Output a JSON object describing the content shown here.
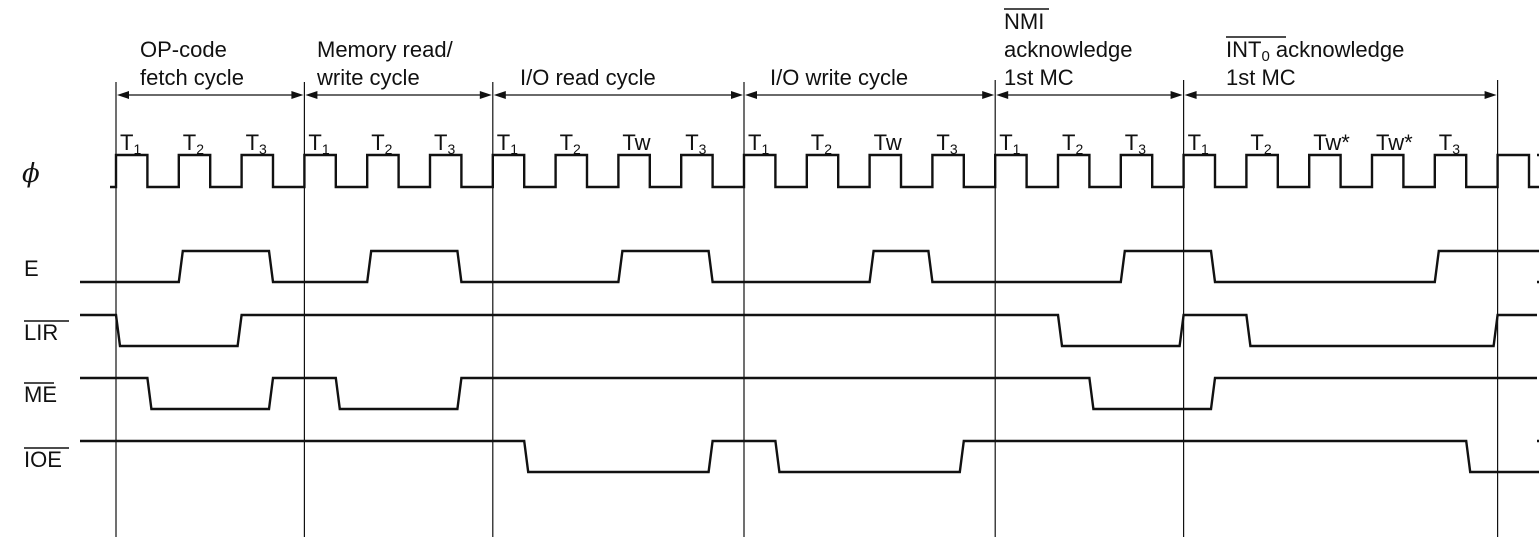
{
  "cycles": [
    {
      "lines": [
        "OP-code",
        "fetch cycle"
      ],
      "overbar": ""
    },
    {
      "lines": [
        "Memory read/",
        "write cycle"
      ],
      "overbar": ""
    },
    {
      "lines": [
        "I/O read cycle"
      ],
      "overbar": ""
    },
    {
      "lines": [
        "I/O write cycle"
      ],
      "overbar": ""
    },
    {
      "lines": [
        "NMI",
        "acknowledge",
        "1st MC"
      ],
      "overbar": "NMI"
    },
    {
      "lines": [
        "INT0 acknowledge",
        "1st MC"
      ],
      "overbar": "INT0"
    }
  ],
  "t_states": [
    [
      "T1",
      "T2",
      "T3"
    ],
    [
      "T1",
      "T2",
      "T3"
    ],
    [
      "T1",
      "T2",
      "Tw",
      "T3"
    ],
    [
      "T1",
      "T2",
      "Tw",
      "T3"
    ],
    [
      "T1",
      "T2",
      "T3"
    ],
    [
      "T1",
      "T2",
      "Tw*",
      "Tw*",
      "T3"
    ]
  ],
  "signals": [
    {
      "name": "ϕ",
      "active_low": false,
      "kind": "clock"
    },
    {
      "name": "E",
      "active_low": false,
      "kind": "level",
      "pulses": [
        [
          1.0,
          2.5
        ],
        [
          4.0,
          5.5
        ],
        [
          8.0,
          9.5
        ],
        [
          12.0,
          13.0
        ],
        [
          16.0,
          17.5
        ],
        [
          21.0,
          23.5
        ]
      ]
    },
    {
      "name": "LIR",
      "active_low": true,
      "kind": "level",
      "pulses": [
        [
          0.0,
          2.0
        ],
        [
          15.0,
          17.0
        ],
        [
          18.0,
          22.0
        ]
      ]
    },
    {
      "name": "ME",
      "active_low": true,
      "kind": "level",
      "pulses": [
        [
          0.5,
          2.5
        ],
        [
          3.5,
          5.5
        ],
        [
          15.5,
          17.5
        ]
      ]
    },
    {
      "name": "IOE",
      "active_low": true,
      "kind": "level",
      "pulses": [
        [
          6.5,
          9.5
        ],
        [
          10.5,
          13.5
        ],
        [
          21.5,
          23.5
        ]
      ]
    }
  ],
  "notes": {
    "time_unit": "clock periods from start of first cycle",
    "total_periods": 25
  }
}
